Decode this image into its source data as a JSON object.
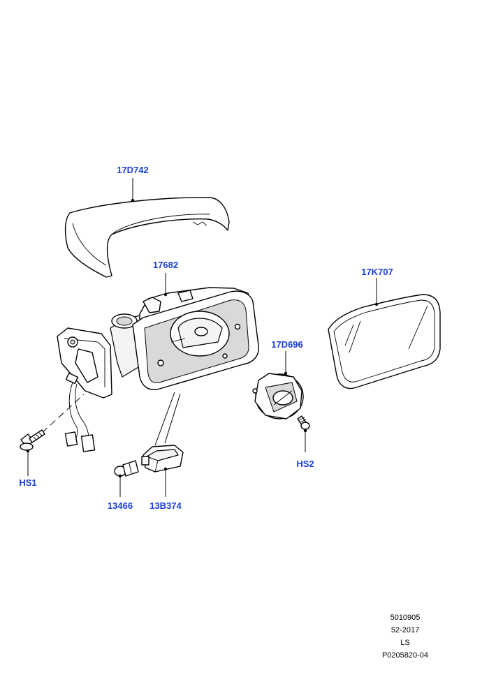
{
  "callouts": {
    "mirror_cover": "17D742",
    "mirror_housing": "17682",
    "mirror_glass": "17K707",
    "glass_actuator": "17D696",
    "bolt_left": "HS1",
    "screw_right": "HS2",
    "bulb": "13466",
    "lamp_assembly": "13B374"
  },
  "footer": {
    "line1": "5010905",
    "line2": "52-2017",
    "line3": "LS",
    "line4": "P0205820-04"
  }
}
